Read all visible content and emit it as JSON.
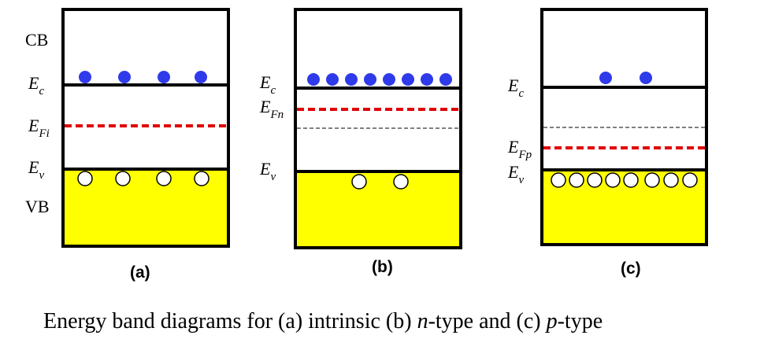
{
  "colors": {
    "border": "#000000",
    "valence_fill": "#ffff00",
    "electron": "#2f3bea",
    "hole": "#ffffff",
    "fermi_line": "#e00000",
    "intrinsic_ref_line": "#000000"
  },
  "icons": {
    "electron": "filled-blue-circle",
    "hole": "open-white-circle"
  },
  "panels": [
    {
      "id": "a",
      "label": "(a)",
      "band_labels": {
        "cb": "CB",
        "vb": "VB"
      },
      "ec": {
        "main": "E",
        "sub": "c"
      },
      "ev": {
        "main": "E",
        "sub": "v"
      },
      "fermi": {
        "main": "E",
        "sub": "Fi"
      },
      "electron_count": 4,
      "hole_count": 4,
      "fermi_position": "midgap",
      "shows_intrinsic_reference": false
    },
    {
      "id": "b",
      "label": "(b)",
      "ec": {
        "main": "E",
        "sub": "c"
      },
      "ev": {
        "main": "E",
        "sub": "v"
      },
      "fermi": {
        "main": "E",
        "sub": "Fn"
      },
      "electron_count": 8,
      "hole_count": 2,
      "fermi_position": "near conduction band",
      "shows_intrinsic_reference": true
    },
    {
      "id": "c",
      "label": "(c)",
      "ec": {
        "main": "E",
        "sub": "c"
      },
      "ev": {
        "main": "E",
        "sub": "v"
      },
      "fermi": {
        "main": "E",
        "sub": "Fp"
      },
      "electron_count": 2,
      "hole_count": 8,
      "fermi_position": "near valence band",
      "shows_intrinsic_reference": true
    }
  ],
  "caption": {
    "prefix": "Energy band diagrams for (a) intrinsic (b) ",
    "n_letter": "n",
    "middle": "-type and (c) ",
    "p_letter": "p",
    "suffix": "-type"
  }
}
